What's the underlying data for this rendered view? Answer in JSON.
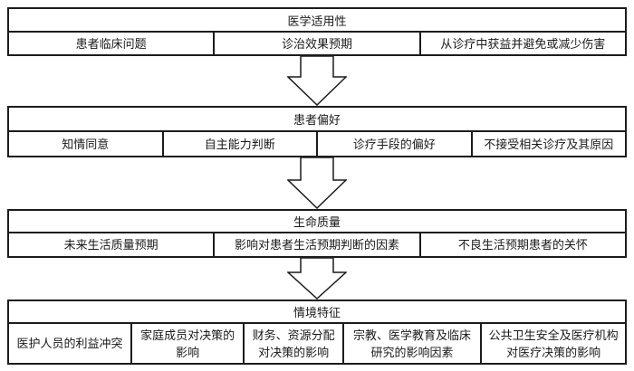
{
  "figure": {
    "description_labels": {
      "block1_header": "医学适用性",
      "block2_header": "患者偏好",
      "block3_header": "生命质量",
      "block4_header": "情境特征"
    }
  },
  "blocks": [
    {
      "id": "medical-indications",
      "header": "医学适用性",
      "cells": [
        "患者临床问题",
        "诊治效果预期",
        "从诊疗中获益并避免或减少伤害"
      ]
    },
    {
      "id": "patient-preferences",
      "header": "患者偏好",
      "cells": [
        "知情同意",
        "自主能力判断",
        "诊疗手段的偏好",
        "不接受相关诊疗及其原因"
      ]
    },
    {
      "id": "quality-of-life",
      "header": "生命质量",
      "cells": [
        "未来生活质量预期",
        "影响对患者生活预期判断的因素",
        "不良生活预期患者的关怀"
      ]
    },
    {
      "id": "contextual-features",
      "header": "情境特征",
      "cells": [
        "医护人员的利益冲突",
        "家庭成员对决策的影响",
        "财务、资源分配对决策的影响",
        "宗教、医学教育及临床研究的影响因素",
        "公共卫生安全及医疗机构对医疗决策的影响"
      ]
    }
  ],
  "colors": {
    "border": "#1c1c1c",
    "background": "#ffffff",
    "text": "#1a1a1a"
  }
}
